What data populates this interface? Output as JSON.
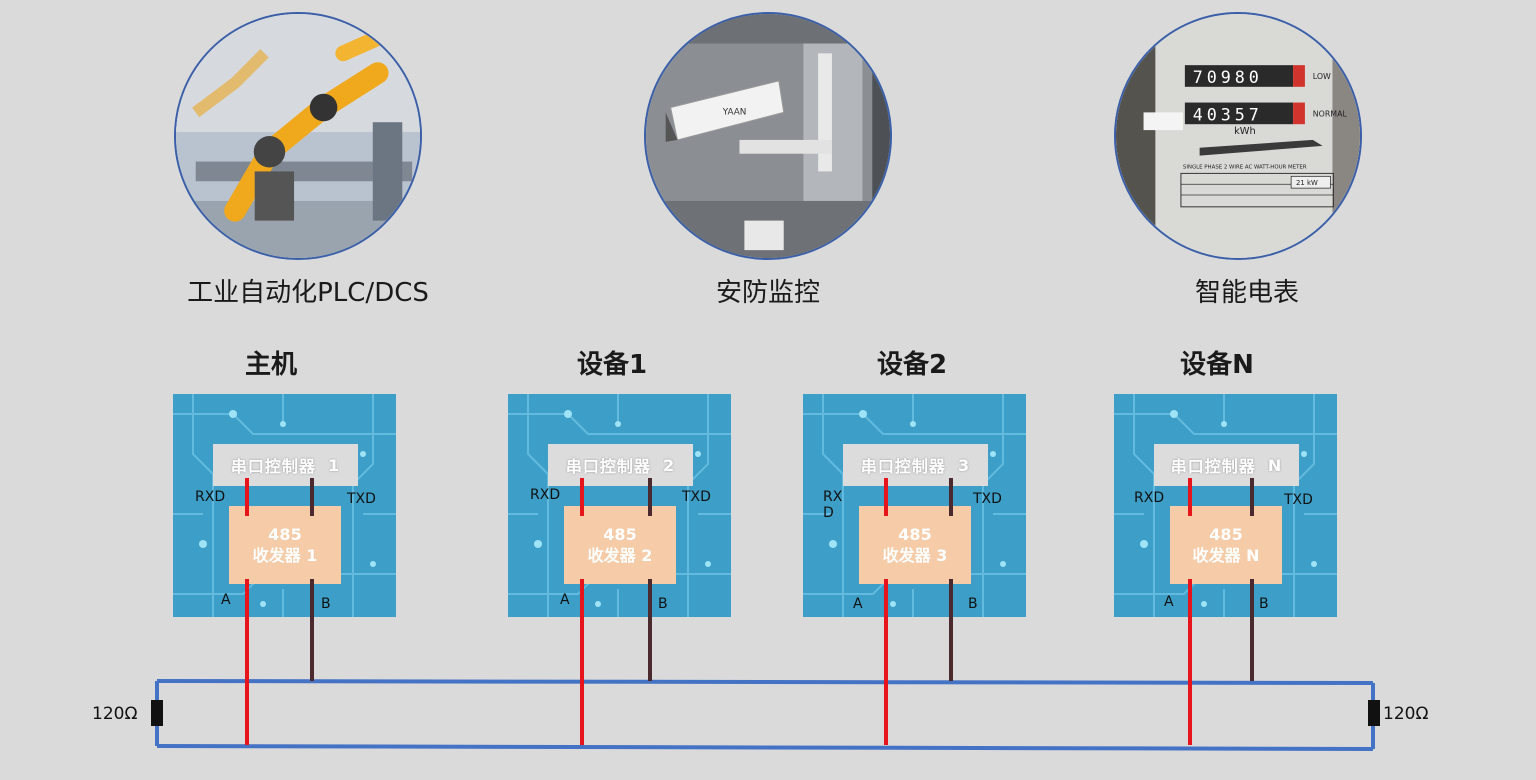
{
  "applications": [
    {
      "label": "工业自动化PLC/DCS",
      "icon": "robot-arm-icon"
    },
    {
      "label": "安防监控",
      "icon": "security-camera-icon"
    },
    {
      "label": "智能电表",
      "icon": "electric-meter-icon"
    }
  ],
  "meter_text": {
    "digits_top": "70980",
    "digits_bottom": "40357",
    "low": "LOW",
    "normal": "NORMAL",
    "kwh": "kWh",
    "spec": "SINGLE PHASE 2 WIRE AC WATT-HOUR METER",
    "rating": "21 kW"
  },
  "devices": [
    {
      "title": "主机",
      "controller": "串口控制器",
      "ctrl_num": "1",
      "xcvr_line1": "485",
      "xcvr_line2": "收发器",
      "xcvr_num": "1",
      "rxd": "RXD",
      "txd": "TXD",
      "a": "A",
      "b": "B"
    },
    {
      "title": "设备1",
      "controller": "串口控制器",
      "ctrl_num": "2",
      "xcvr_line1": "485",
      "xcvr_line2": "收发器",
      "xcvr_num": "2",
      "rxd": "RXD",
      "txd": "TXD",
      "a": "A",
      "b": "B"
    },
    {
      "title": "设备2",
      "controller": "串口控制器",
      "ctrl_num": "3",
      "xcvr_line1": "485",
      "xcvr_line2": "收发器",
      "xcvr_num": "3",
      "rxd": "RX\nD",
      "txd": "TXD",
      "a": "A",
      "b": "B"
    },
    {
      "title": "设备N",
      "controller": "串口控制器",
      "ctrl_num": "N",
      "xcvr_line1": "485",
      "xcvr_line2": "收发器",
      "xcvr_num": "N",
      "rxd": "RXD",
      "txd": "TXD",
      "a": "A",
      "b": "B"
    }
  ],
  "termination": {
    "left": "120Ω",
    "right": "120Ω"
  },
  "colors": {
    "line_a": "#e8141b",
    "line_b": "#4a2a2e",
    "bus": "#4472c4",
    "board": "#3d9fc8",
    "transceiver": "#f5cba8"
  }
}
